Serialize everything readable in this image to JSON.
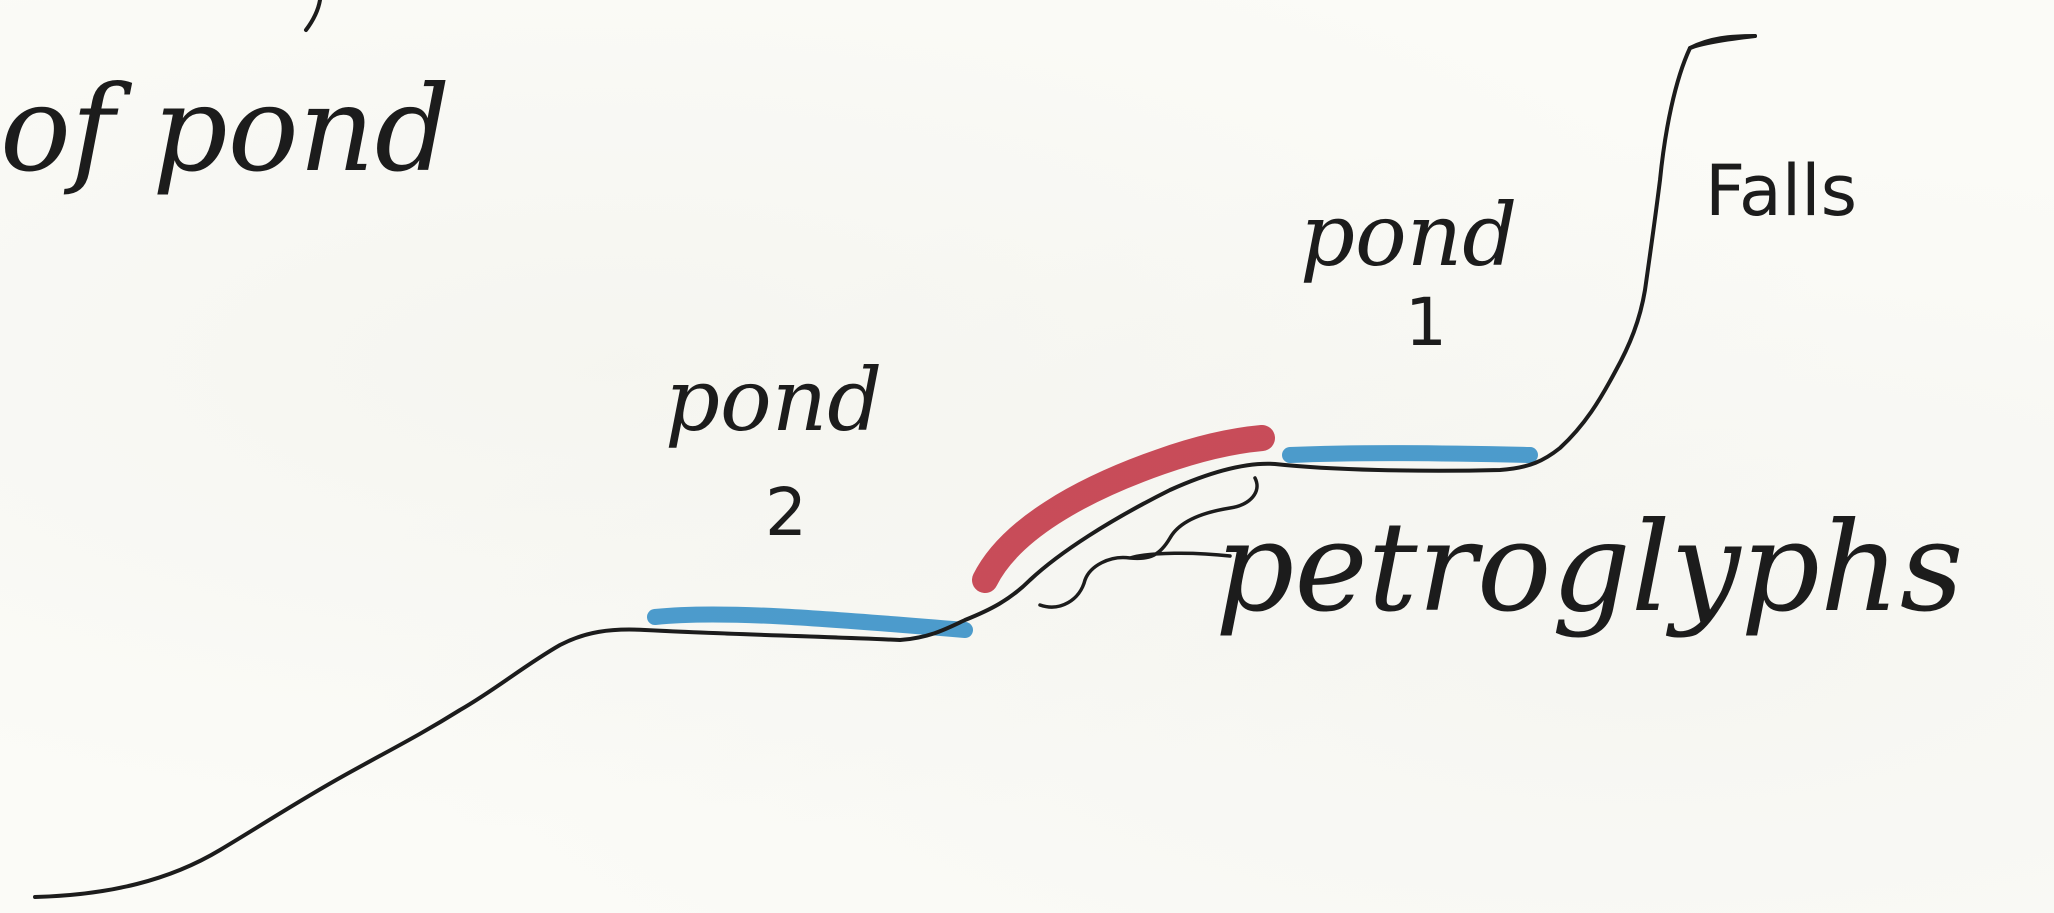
{
  "labels": {
    "top_left": "of pond",
    "falls": "Falls",
    "pond1_word": "pond",
    "pond1_number": "1",
    "pond2_word": "pond",
    "pond2_number": "2",
    "petroglyphs": "petroglyphs"
  },
  "colors": {
    "ink": "#1c1c1c",
    "water": "#2e8bc4",
    "petroglyph_zone": "#c23a48",
    "paper": "#fbfbf7"
  }
}
